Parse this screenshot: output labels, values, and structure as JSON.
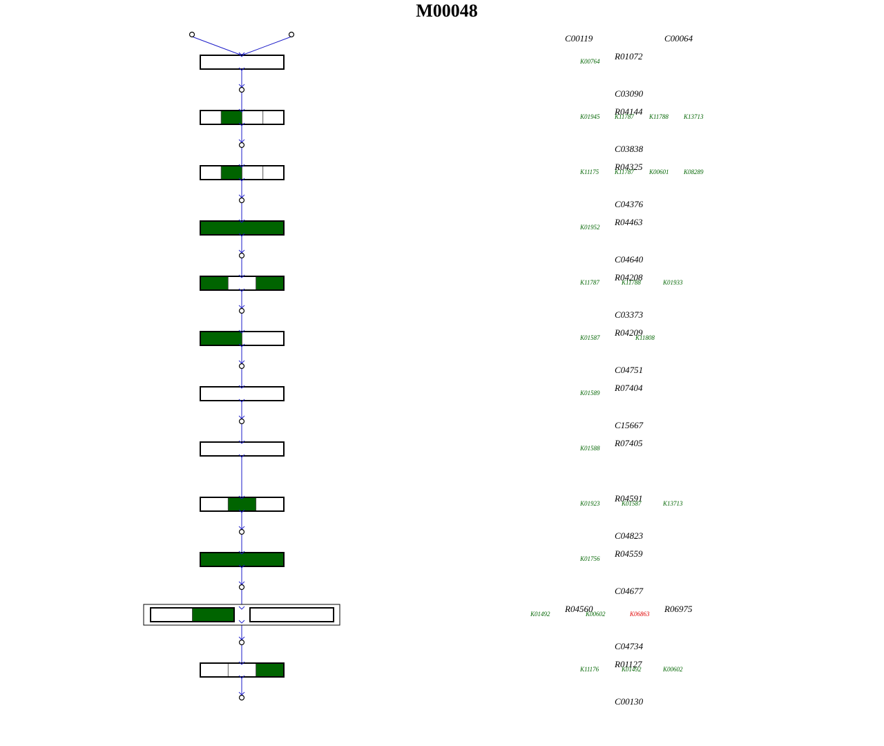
{
  "module": {
    "title": "M00048"
  },
  "colors": {
    "edge": "#1a1ac8",
    "filled": "#006400",
    "box_border": "#000000",
    "ko_default": "#006400",
    "ko_highlight": "#e00000"
  },
  "compounds": [
    {
      "id": "c1",
      "label": "C00119"
    },
    {
      "id": "c2",
      "label": "C00064"
    },
    {
      "id": "c3",
      "label": "C03090"
    },
    {
      "id": "c4",
      "label": "C03838"
    },
    {
      "id": "c5",
      "label": "C04376"
    },
    {
      "id": "c6",
      "label": "C04640"
    },
    {
      "id": "c7",
      "label": "C03373"
    },
    {
      "id": "c8",
      "label": "C04751"
    },
    {
      "id": "c9",
      "label": "C15667"
    },
    {
      "id": "c10",
      "label": "C04823"
    },
    {
      "id": "c11",
      "label": "C04677"
    },
    {
      "id": "c12",
      "label": "C04734"
    },
    {
      "id": "c13",
      "label": "C00130"
    }
  ],
  "reactions": [
    {
      "id": "r1",
      "label": "R01072",
      "segments": [
        0
      ],
      "kos": [
        {
          "label": "K00764"
        }
      ]
    },
    {
      "id": "r2",
      "label": "R04144",
      "segments": [
        0,
        1,
        0,
        0
      ],
      "kos": [
        {
          "label": "K01945"
        },
        {
          "label": "K11787"
        },
        {
          "label": "K11788"
        },
        {
          "label": "K13713"
        }
      ]
    },
    {
      "id": "r3",
      "label": "R04325",
      "segments": [
        0,
        1,
        0,
        0
      ],
      "kos": [
        {
          "label": "K11175"
        },
        {
          "label": "K11787"
        },
        {
          "label": "K00601"
        },
        {
          "label": "K08289"
        }
      ]
    },
    {
      "id": "r4",
      "label": "R04463",
      "segments": [
        1
      ],
      "kos": [
        {
          "label": "K01952"
        }
      ]
    },
    {
      "id": "r5",
      "label": "R04208",
      "segments": [
        1,
        0,
        1
      ],
      "kos": [
        {
          "label": "K11787"
        },
        {
          "label": "K11788"
        },
        {
          "label": "K01933"
        }
      ]
    },
    {
      "id": "r6",
      "label": "R04209",
      "segments": [
        1,
        0
      ],
      "kos": [
        {
          "label": "K01587"
        },
        {
          "label": "K11808"
        }
      ]
    },
    {
      "id": "r7",
      "label": "R07404",
      "segments": [
        0
      ],
      "kos": [
        {
          "label": "K01589"
        }
      ]
    },
    {
      "id": "r8",
      "label": "R07405",
      "segments": [
        0
      ],
      "kos": [
        {
          "label": "K01588"
        }
      ]
    },
    {
      "id": "r9",
      "label": "R04591",
      "segments": [
        0,
        1,
        0
      ],
      "kos": [
        {
          "label": "K01923"
        },
        {
          "label": "K01587"
        },
        {
          "label": "K13713"
        }
      ]
    },
    {
      "id": "r10",
      "label": "R04559",
      "segments": [
        1
      ],
      "kos": [
        {
          "label": "K01756"
        }
      ]
    },
    {
      "id": "r11",
      "label": "R04560",
      "label_b": "R06975",
      "segments_a": [
        0,
        1
      ],
      "segments_b": [
        0
      ],
      "kos": [
        {
          "label": "K01492"
        },
        {
          "label": "K00602"
        },
        {
          "label": "K06863",
          "highlight": true
        }
      ]
    },
    {
      "id": "r12",
      "label": "R01127",
      "segments": [
        0,
        0,
        1
      ],
      "kos": [
        {
          "label": "K11176"
        },
        {
          "label": "K01492"
        },
        {
          "label": "K00602"
        }
      ]
    }
  ]
}
